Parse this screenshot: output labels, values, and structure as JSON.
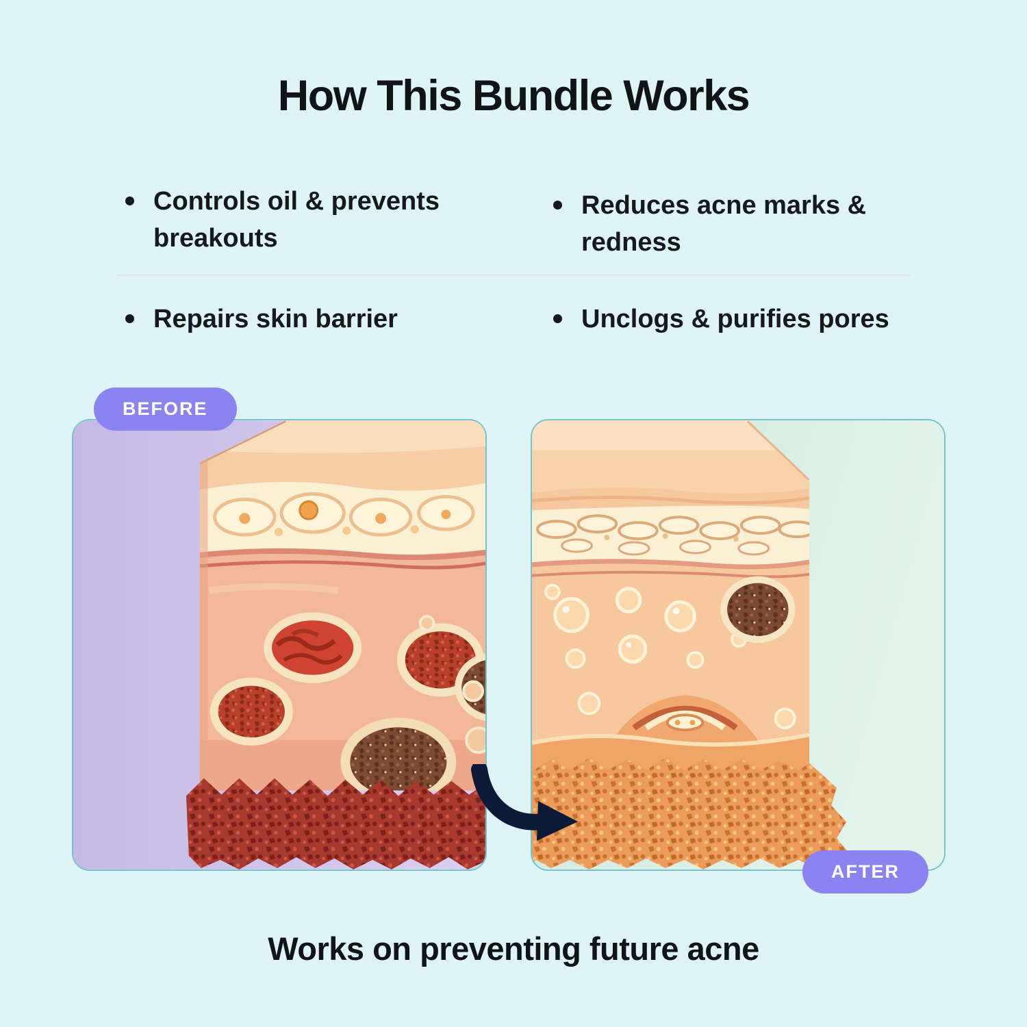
{
  "title": "How This Bundle Works",
  "benefits": {
    "items": [
      {
        "label": "Controls oil & prevents breakouts"
      },
      {
        "label": "Reduces acne marks & redness"
      },
      {
        "label": "Repairs skin barrier"
      },
      {
        "label": "Unclogs & purifies pores"
      }
    ]
  },
  "comparison": {
    "before_label": "BEFORE",
    "after_label": "AFTER"
  },
  "caption": "Works on preventing future acne",
  "colors": {
    "background": "#dff4f7",
    "badge": "#8b83f1",
    "panel_border": "#76c4ca",
    "arrow": "#0c1a38",
    "text": "#15181c",
    "divider": "#e4e6e4",
    "before_backdrop": "#c9bde7",
    "after_backdrop": "#d3ecdf"
  }
}
